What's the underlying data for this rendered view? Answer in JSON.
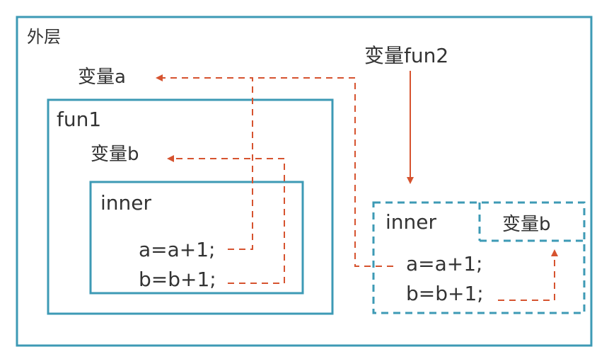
{
  "outer": {
    "label": "外层"
  },
  "var_a": {
    "label": "变量a"
  },
  "var_fun2": {
    "label": "变量fun2"
  },
  "fun1": {
    "label": "fun1",
    "var_b": {
      "label": "变量b"
    },
    "inner": {
      "label": "inner",
      "line1": "a=a+1;",
      "line2": "b=b+1;"
    }
  },
  "closure": {
    "inner_label": "inner",
    "var_b": {
      "label": "变量b"
    },
    "line1": "a=a+1;",
    "line2": "b=b+1;"
  },
  "colors": {
    "box": "#3d9ab5",
    "arrow": "#d6532f",
    "text": "#333333"
  }
}
